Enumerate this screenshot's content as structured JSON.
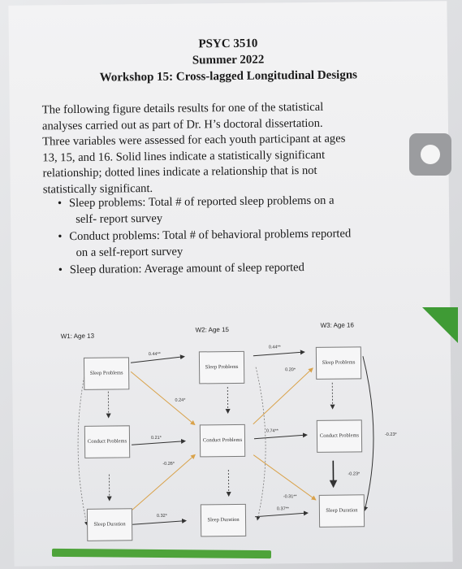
{
  "header": {
    "course": "PSYC 3510",
    "term": "Summer 2022",
    "workshop": "Workshop 15: Cross-lagged Longitudinal Designs"
  },
  "intro": {
    "line1": "The following figure details results for one of the statistical",
    "line2": "analyses carried out as part of Dr. H’s doctoral dissertation.",
    "line3": "Three variables were assessed for each youth participant at ages",
    "line4": "13, 15, and 16. Solid lines indicate a statistically significant",
    "line5": "relationship; dotted lines indicate a relationship that is not",
    "line6": "statistically significant."
  },
  "bullets": [
    {
      "a": "Sleep problems: Total # of reported sleep problems on a",
      "b": "self- report survey"
    },
    {
      "a": "Conduct problems: Total # of behavioral problems reported",
      "b": "on a self-report survey"
    },
    {
      "a": "Sleep duration: Average amount of sleep reported",
      "b": ""
    }
  ],
  "diagram": {
    "waves": [
      "W1: Age 13",
      "W2: Age 15",
      "W3: Age 16"
    ],
    "boxes": {
      "w1_sleep": "Sleep Problems",
      "w1_conduct": "Conduct Problems",
      "w1_duration": "Sleep Duration",
      "w2_sleep": "Sleep Problems",
      "w2_conduct": "Conduct Problems",
      "w2_duration": "Sleep Duration",
      "w3_sleep": "Sleep Problems",
      "w3_conduct": "Conduct Problems",
      "w3_duration": "Sleep Duration"
    },
    "coefficients": {
      "sp_w1_w2": "0.44**",
      "sp_w2_w3": "0.44**",
      "cross_w1_top": "0.24*",
      "cross_w2_top": "0.20*",
      "cp_w1_w2": "0.21*",
      "cp_w2_w3": "0.74**",
      "cross_w1_mid": "-0.26*",
      "sd_w1_w2": "0.32*",
      "sd_w2_w3": "0.37**",
      "cross_w2_low": "-0.31**",
      "w3_conduct_duration": "-0.23*",
      "w3_outer": "-0.23*"
    }
  }
}
